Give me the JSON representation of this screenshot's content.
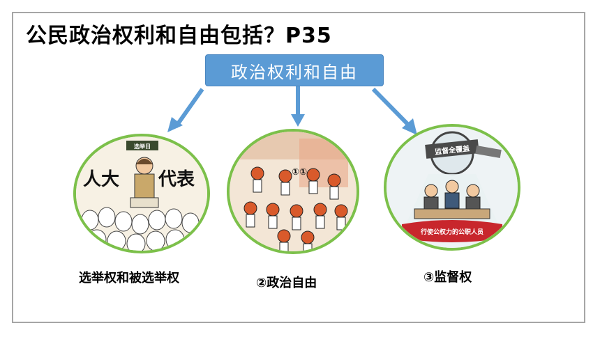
{
  "title": "公民政治权利和自由包括？P35",
  "topic": "政治权利和自由",
  "items": [
    {
      "caption": "选举权和被选举权",
      "picture_text": {
        "sign": "选举日",
        "left": "人大",
        "right": "代表"
      }
    },
    {
      "caption": "②政治自由",
      "picture_text": {
        "marker": "①①"
      }
    },
    {
      "caption": "③监督权",
      "picture_text": {
        "lens": "监督全覆盖",
        "banner": "行使公权力的公职人员"
      }
    }
  ],
  "colors": {
    "topic_fill": "#5b9bd5",
    "arrow": "#5b9bd5",
    "circle_border": "#7cc04a",
    "frame": "#a6a6a6"
  }
}
